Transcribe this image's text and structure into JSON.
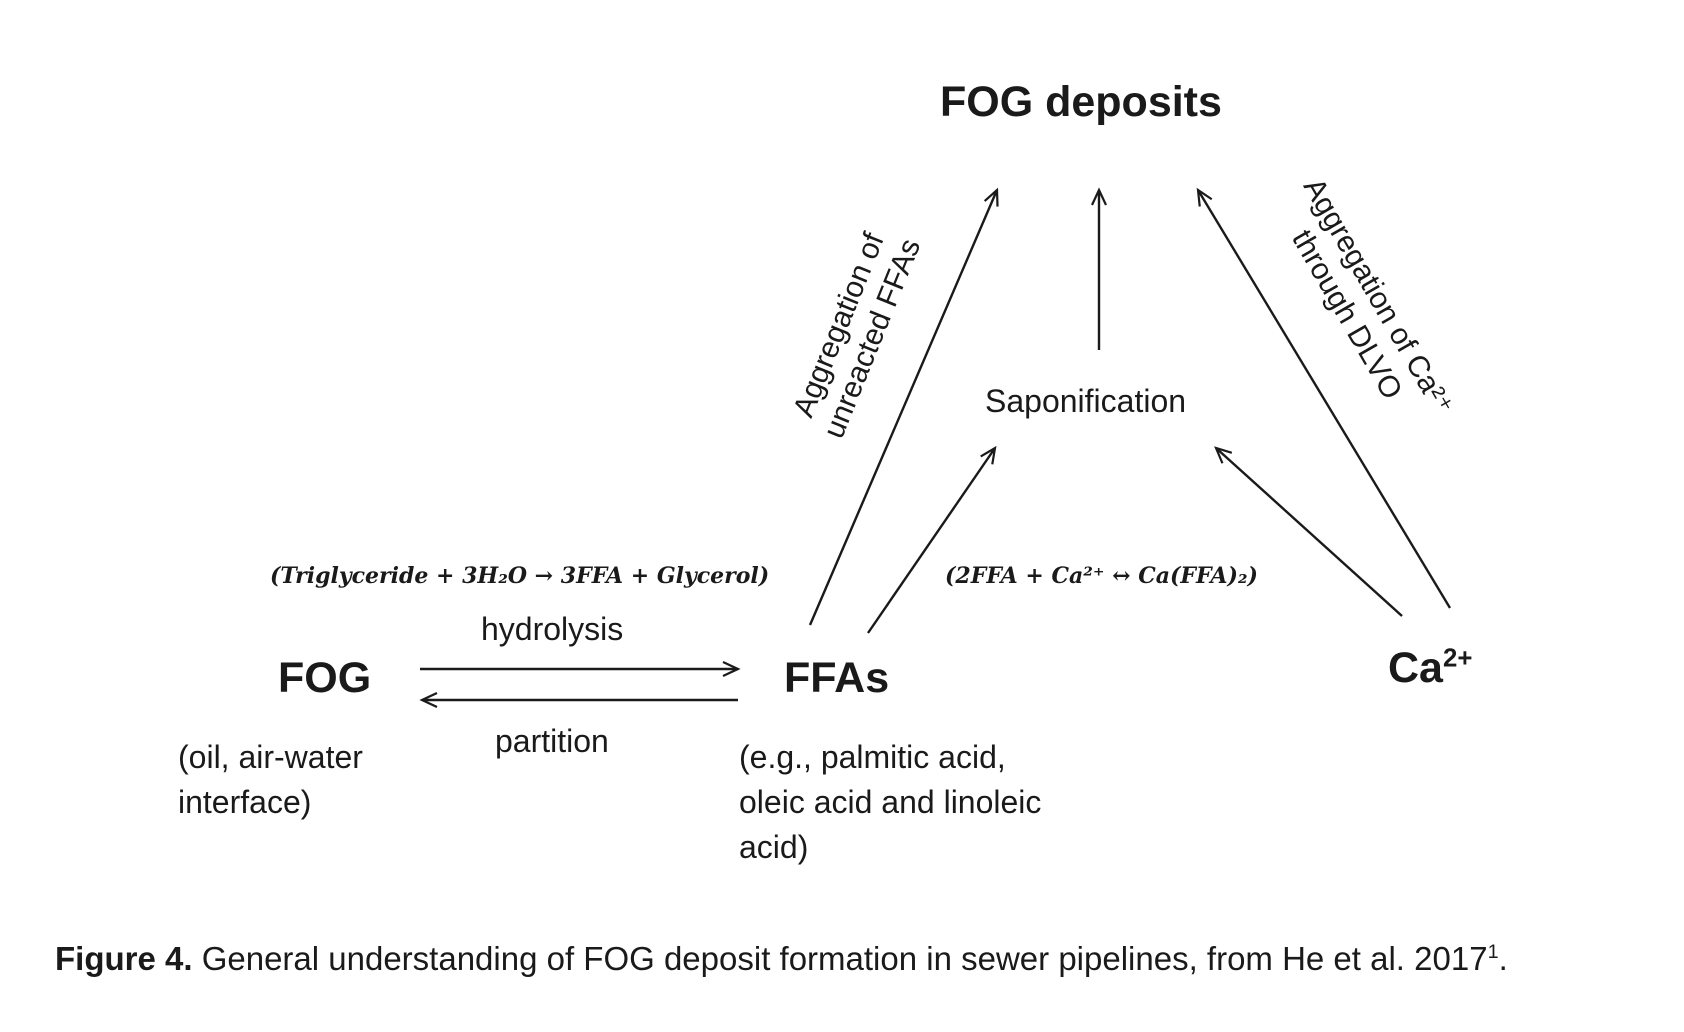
{
  "nodes": {
    "fog_deposits": "FOG deposits",
    "fog": "FOG",
    "fog_sub": "(oil, air-water interface)",
    "ffas": "FFAs",
    "ffas_sub": "(e.g., palmitic acid, oleic acid and linoleic acid)",
    "ca_base": "Ca",
    "ca_sup": "2+",
    "saponification": "Saponification"
  },
  "edge_labels": {
    "hydrolysis": "hydrolysis",
    "partition": "partition",
    "hydrolysis_equation": "(Triglyceride + 3H₂O  → 3FFA + Glycerol)",
    "saponification_equation": "(2FFA + Ca²⁺  ↔ Ca(FFA)₂)",
    "aggregation_unreacted_line1": "Aggregation of",
    "aggregation_unreacted_line2": "unreacted FFAs",
    "aggregation_ca_line1": "Aggregation of Ca²⁺",
    "aggregation_ca_line2": "through DLVO"
  },
  "caption": {
    "label": "Figure 4.",
    "text": " General understanding of FOG deposit formation in sewer pipelines, from He et al. 2017",
    "ref": "1",
    "end": "."
  }
}
